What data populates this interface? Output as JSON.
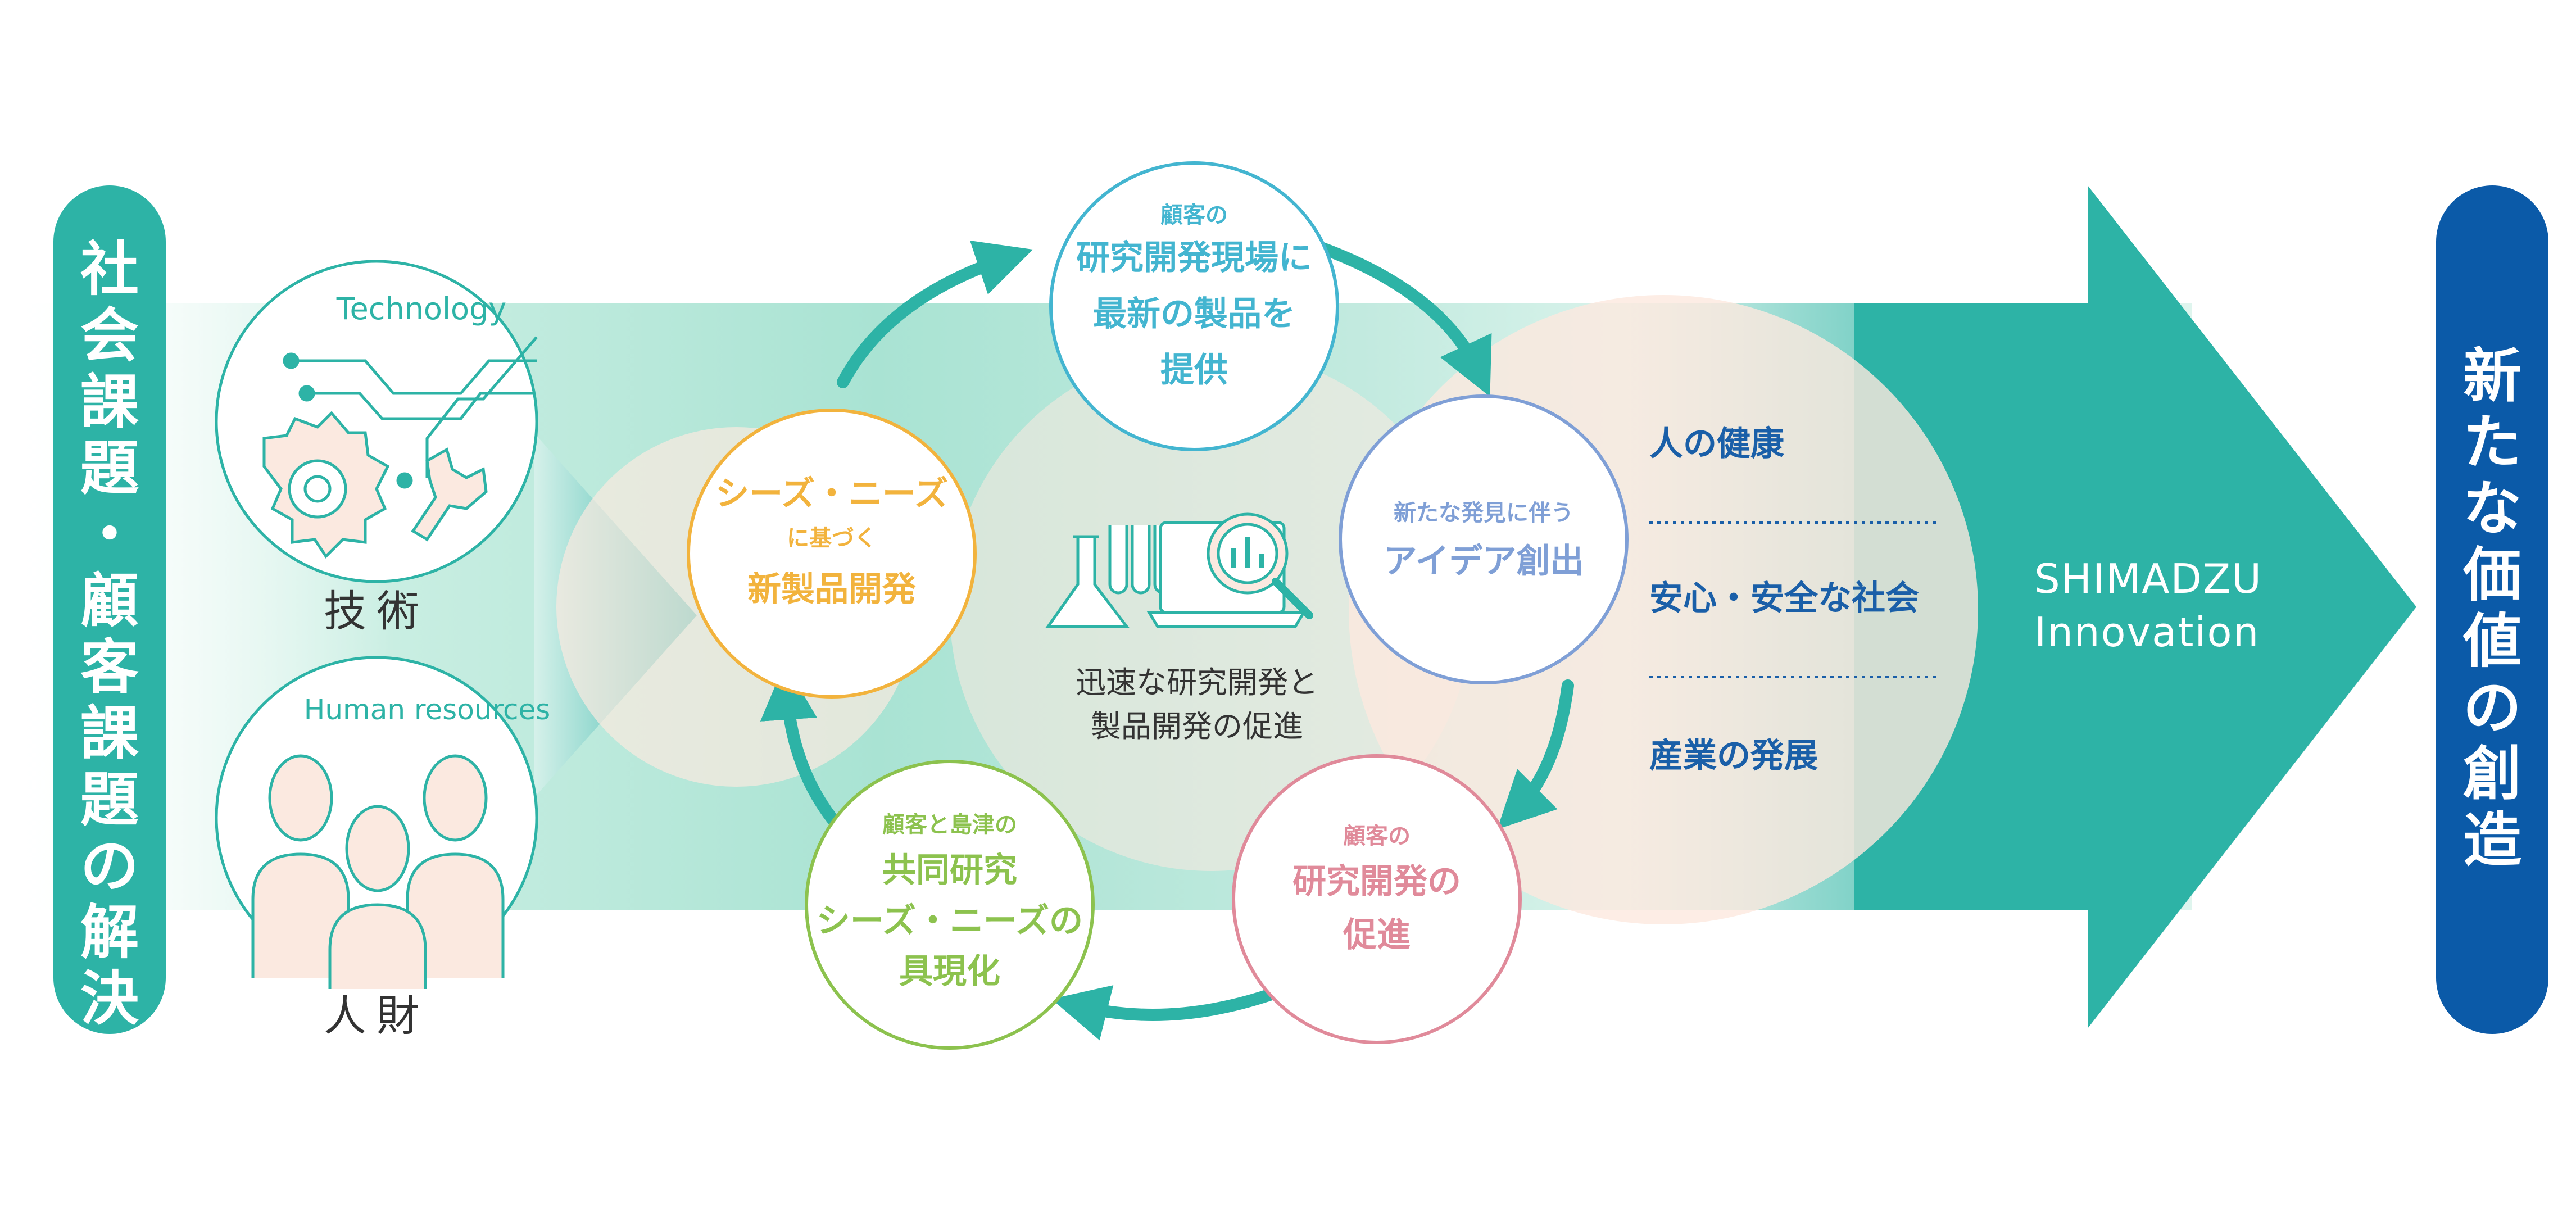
{
  "left_pill": {
    "text": "社会課題・顧客課題の解決",
    "color": "#2db3a6"
  },
  "right_pill": {
    "text": "新たな価値の創造",
    "color": "#0b5aa8"
  },
  "resources": {
    "technology": {
      "en": "Technology",
      "jp": "技術"
    },
    "human": {
      "en": "Human resources",
      "jp": "人財"
    }
  },
  "arrow": {
    "label_line1": "SHIMADZU",
    "label_line2": "Innovation",
    "color": "#2db3a6"
  },
  "center": {
    "line1": "迅速な研究開発と",
    "line2": "製品開発の促進"
  },
  "cycle": {
    "top": {
      "l1": "顧客の",
      "l2": "研究開発現場に",
      "l3": "最新の製品を",
      "l4": "提供",
      "color": "#43b5d0"
    },
    "right": {
      "l1": "新たな発見に伴う",
      "l2": "アイデア創出",
      "color": "#7f9fd6"
    },
    "bottom_right": {
      "l1": "顧客の",
      "l2": "研究開発の",
      "l3": "促進",
      "color": "#e08a9a"
    },
    "bottom_left": {
      "l1": "顧客と島津の",
      "l2": "共同研究",
      "l3": "シーズ・ニーズの",
      "l4": "具現化",
      "color": "#8cc24e"
    },
    "left": {
      "l1": "シーズ・ニーズ",
      "l2": "に基づく",
      "l3": "新製品開発",
      "color": "#f2b33d"
    }
  },
  "outcomes": [
    "人の健康",
    "安心・安全な社会",
    "産業の発展"
  ],
  "icons": [
    "gear-icon",
    "wrench-icon",
    "circuit-icon",
    "people-icon",
    "flask-icon",
    "test-tubes-icon",
    "magnifier-icon",
    "laptop-icon"
  ]
}
